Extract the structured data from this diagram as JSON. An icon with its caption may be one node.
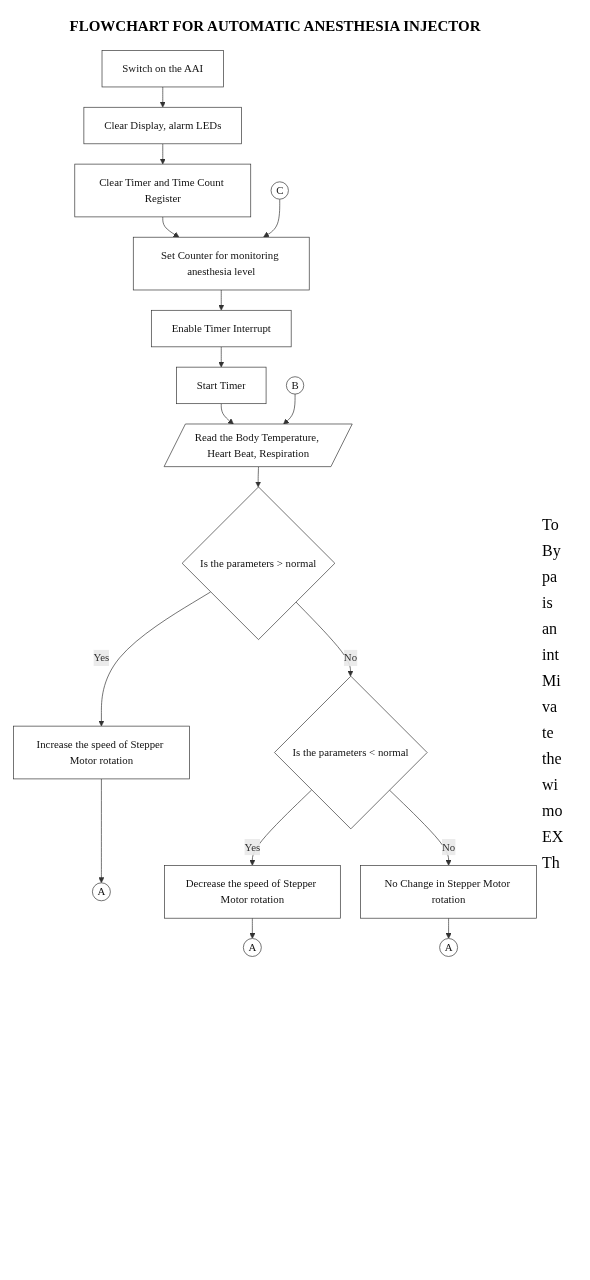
{
  "diagram": {
    "title": "FLOWCHART FOR AUTOMATIC ANESTHESIA INJECTOR",
    "nodes": [
      {
        "text": [
          "Switch on the AAI"
        ]
      },
      {
        "text": [
          "Clear Display, alarm LEDs"
        ]
      },
      {
        "text": [
          "Clear Timer and Time Count Register"
        ]
      },
      {
        "text": [
          "C"
        ]
      },
      {
        "text": [
          "Set Counter for monitoring anesthesia level"
        ]
      },
      {
        "text": [
          "Enable Timer Interrupt"
        ]
      },
      {
        "text": [
          "Start Timer"
        ]
      },
      {
        "text": [
          "B"
        ]
      },
      {
        "text": [
          "Read the Body Temperature, Heart Beat, Respiration"
        ]
      },
      {
        "text": [
          "Is the parameters > normal"
        ]
      },
      {
        "text": [
          "Increase the speed of Stepper Motor rotation"
        ]
      },
      {
        "text": [
          "A"
        ]
      },
      {
        "text": [
          "Is the parameters < normal"
        ]
      },
      {
        "text": [
          "Decrease the speed of Stepper Motor rotation"
        ]
      },
      {
        "text": [
          "No Change in Stepper Motor rotation"
        ]
      },
      {
        "text": [
          "A"
        ]
      },
      {
        "text": [
          "A"
        ]
      }
    ],
    "edges": [
      {
        "from": 0,
        "to": 1,
        "arrow": "to"
      },
      {
        "from": 1,
        "to": 2,
        "arrow": "to"
      },
      {
        "from": 2,
        "to": 4,
        "arrow": "to"
      },
      {
        "from": 3,
        "to": 4,
        "arrow": "to"
      },
      {
        "from": 4,
        "to": 5,
        "arrow": "to"
      },
      {
        "from": 5,
        "to": 6,
        "arrow": "to"
      },
      {
        "from": 6,
        "to": 8,
        "arrow": "to"
      },
      {
        "from": 7,
        "to": 8,
        "arrow": "to"
      },
      {
        "from": 8,
        "to": 9,
        "arrow": "to"
      },
      {
        "from": 9,
        "to": 10,
        "arrow": "to",
        "label": "Yes"
      },
      {
        "from": 10,
        "to": 11,
        "arrow": "to"
      },
      {
        "from": 9,
        "to": 12,
        "arrow": "to",
        "label": "No"
      },
      {
        "from": 12,
        "to": 13,
        "arrow": "to",
        "label": "Yes"
      },
      {
        "from": 12,
        "to": 14,
        "arrow": "to",
        "label": "No"
      },
      {
        "from": 14,
        "to": 15,
        "arrow": "to"
      },
      {
        "from": 13,
        "to": 16,
        "arrow": "to"
      }
    ],
    "labels": [
      "To",
      "By",
      "pa",
      "is",
      "an",
      "int",
      "Mi",
      "va",
      "te",
      "the",
      "wi",
      "mo",
      "EX",
      "Th"
    ]
  }
}
